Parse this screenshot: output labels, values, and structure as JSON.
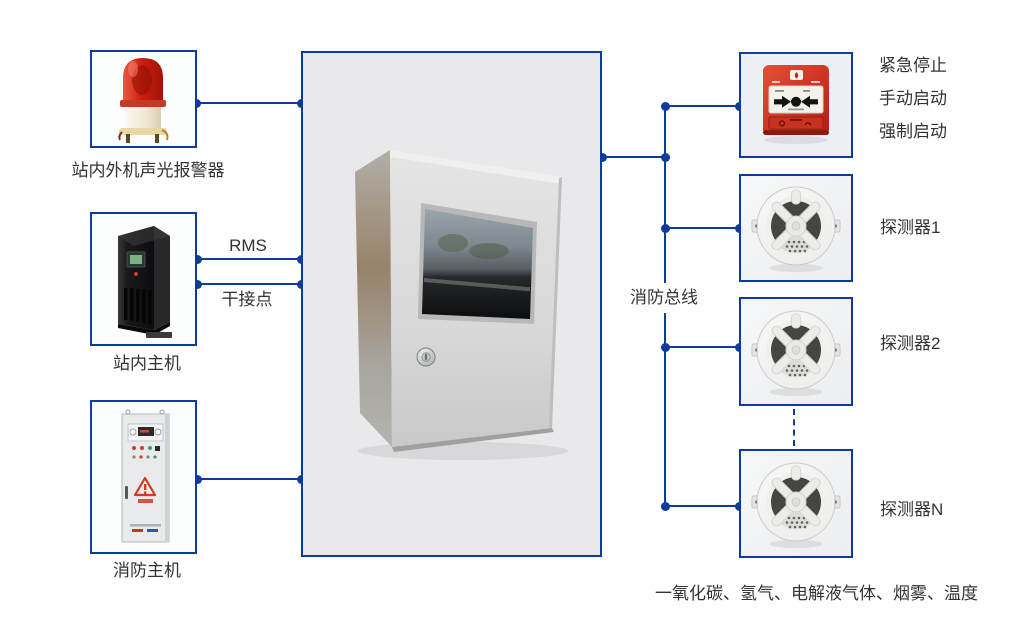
{
  "colors": {
    "accent_blue": "#0e3c9e",
    "text": "#333333",
    "alarm_red": "#c9301f"
  },
  "diagram": {
    "left_devices": [
      {
        "label": "站内外机声光报警器",
        "icon": "alarm-beacon-icon"
      },
      {
        "label": "站内主机",
        "icon": "server-tower-icon"
      },
      {
        "label": "消防主机",
        "icon": "fire-control-panel-icon"
      }
    ],
    "links": {
      "rms": "RMS",
      "dry_contact": "干接点",
      "fire_bus": "消防总线"
    },
    "center_device": {
      "name": "control-cabinet"
    },
    "right_devices": {
      "call_point_labels": [
        "紧急停止",
        "手动启动",
        "强制启动"
      ],
      "detectors": [
        "探测器1",
        "探测器2",
        "探测器N"
      ]
    },
    "footer_note": "一氧化碳、氢气、电解液气体、烟雾、温度"
  }
}
